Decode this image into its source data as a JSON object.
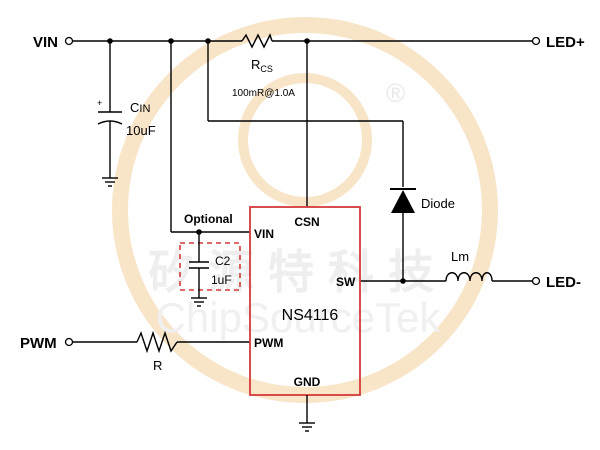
{
  "colors": {
    "chip_border": "#d43a3a",
    "optional_box": "#d43a3a",
    "watermark": "#f6d6a8",
    "wire": "#000000"
  },
  "terminals": {
    "vin": "VIN",
    "pwm": "PWM",
    "led_plus": "LED+",
    "led_minus": "LED-"
  },
  "components": {
    "rcs_main": "R",
    "rcs_sub": "CS",
    "rcs_value": "100mR@1.0A",
    "cin_c": "C",
    "cin_sub": "IN",
    "cin_value": "10uF",
    "cin_polarity": "+",
    "c2_name": "C2",
    "c2_value": "1uF",
    "optional": "Optional",
    "diode": "Diode",
    "inductor": "Lm",
    "resistor": "R"
  },
  "chip": {
    "name": "NS4116",
    "pin_vin": "VIN",
    "pin_csn": "CSN",
    "pin_sw": "SW",
    "pin_pwm": "PWM",
    "pin_gnd": "GND"
  },
  "watermark": {
    "cn": "矽源特科技",
    "en": "ChipSourceTek",
    "registered": "®"
  }
}
